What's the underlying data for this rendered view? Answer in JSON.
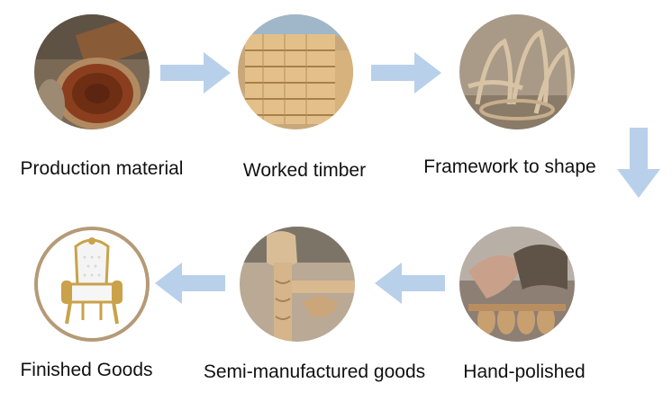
{
  "process": {
    "steps": [
      {
        "label": "Production material",
        "image": "wood-log-photo"
      },
      {
        "label": "Worked timber",
        "image": "timber-stack-photo"
      },
      {
        "label": "Framework to shape",
        "image": "chair-frame-photo"
      },
      {
        "label": "Hand-polished",
        "image": "hand-polishing-photo"
      },
      {
        "label": "Semi-manufactured goods",
        "image": "carved-wood-photo"
      },
      {
        "label": "Finished Goods",
        "image": "throne-chair-photo"
      }
    ],
    "colors": {
      "arrow": "#b9d0ea",
      "text": "#111111"
    }
  }
}
